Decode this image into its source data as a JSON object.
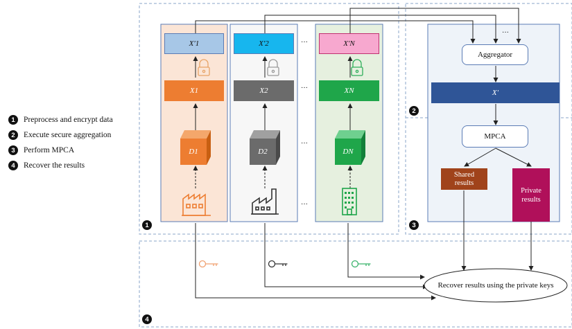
{
  "legend": [
    {
      "num": "1",
      "text": "Preprocess and encrypt data"
    },
    {
      "num": "2",
      "text": "Execute secure aggregation"
    },
    {
      "num": "3",
      "text": "Perform MPCA"
    },
    {
      "num": "4",
      "text": "Recover the results"
    }
  ],
  "parties": [
    {
      "enc": "X′1",
      "raw": "X1",
      "data": "D1",
      "color": "#ed7d31",
      "enc_color": "#a7c7e7",
      "facility": "factory"
    },
    {
      "enc": "X′2",
      "raw": "X2",
      "data": "D2",
      "color": "#6b6b6b",
      "enc_color": "#17b6ee",
      "facility": "factory"
    },
    {
      "enc": "X′N",
      "raw": "XN",
      "data": "DN",
      "color": "#1fa64a",
      "enc_color": "#f7a8cf",
      "facility": "building"
    }
  ],
  "ellipsis": "···",
  "aggregator": "Aggregator",
  "aggregated": "X′",
  "mpca": "MPCA",
  "shared_results": "Shared results",
  "private_results": "Private results",
  "recover": "Recover results using the private keys",
  "stage_badges": [
    "1",
    "2",
    "3",
    "4"
  ]
}
